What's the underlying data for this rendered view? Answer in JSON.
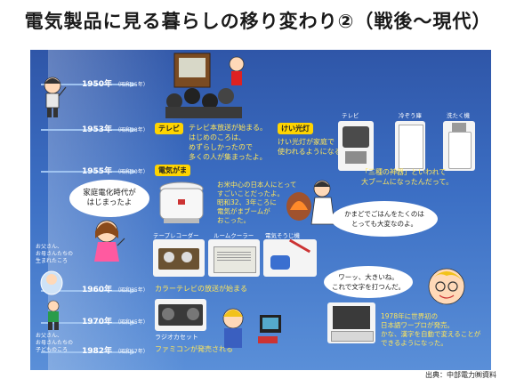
{
  "title": "電気製品に見る暮らしの移り変わり②（戦後〜現代）",
  "years": {
    "y1950": {
      "label": "1950年",
      "sub": "（昭和25年）"
    },
    "y1953": {
      "label": "1953年",
      "sub": "（昭和28年）"
    },
    "y1955": {
      "label": "1955年",
      "sub": "（昭和30年）"
    },
    "y1960": {
      "label": "1960年",
      "sub": "（昭和35年）"
    },
    "y1970": {
      "label": "1970年",
      "sub": "（昭和45年）"
    },
    "y1982": {
      "label": "1982年",
      "sub": "（昭和57年）"
    }
  },
  "tv": {
    "tag": "テレビ",
    "text": "テレビ本放送が始まる。\nはじめのころは、\nめずらしかったので\n多くの人が集まったよ。"
  },
  "light": {
    "tag": "けい光灯",
    "text": "けい光灯が家庭で\n使われるようになる。"
  },
  "appliances": {
    "labels": [
      "テレビ",
      "冷ぞう庫",
      "洗たく機"
    ],
    "caption": "「三種の神器」といわれて\n大ブームになったんだって。"
  },
  "ricecooker": {
    "tag": "電気がま",
    "text": "お米中心の日本人にとって\nすごいことだったよ。\n昭和32、3年ころに\n電気がまブームが\nおこった。"
  },
  "bubbles": {
    "era": "家庭電化時代が\nはじまったよ",
    "oven": "かまどでごはんをたくのは\nとっても大変なのよ。",
    "wapuro": "ワーッ、大きいね。\nこれで文字を打つんだ。"
  },
  "products": {
    "recorder": "テープレコーダー",
    "aircon": "ルームクーラー",
    "vacuum": "電気そうじ機",
    "radio": "ラジオカセット"
  },
  "events": {
    "colortv": "カラーテレビの放送が始まる",
    "famicom": "ファミコンが発売される",
    "wapuro": "1978年に世界初の\n日本語ワープロが発売。\nかな、漢字を自動で変えることが\nできるようになった。"
  },
  "side_notes": {
    "mother": "お父さん、\nお母さんたちの\n生まれたころ",
    "child": "お父さん、\nお母さんたちの\n子どものころ"
  },
  "source": "出典：中部電力㈱資料",
  "colors": {
    "panel": "#3c6fc4",
    "tag": "#ffd400",
    "highlight": "#ffe65a"
  }
}
